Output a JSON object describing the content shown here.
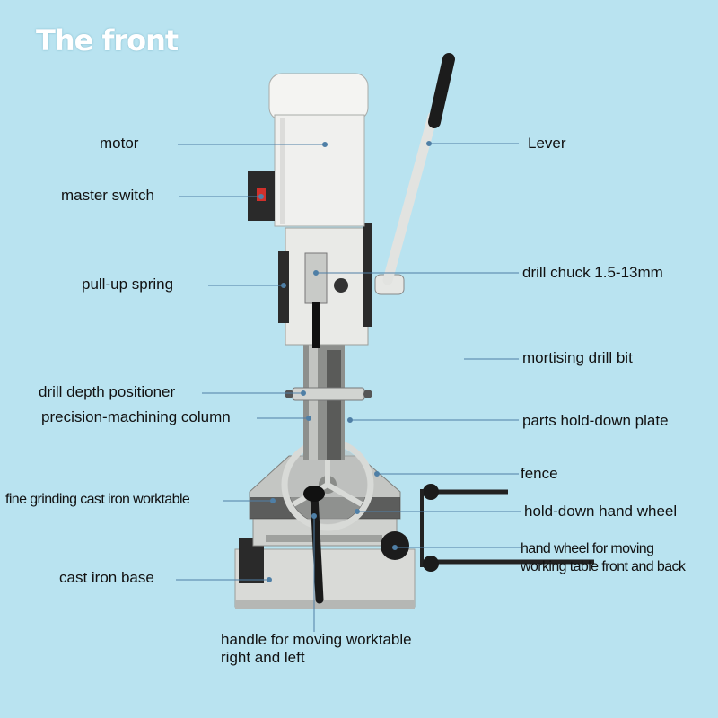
{
  "title": "The front",
  "labels": {
    "motor": "motor",
    "master_switch": "master switch",
    "pull_up_spring": "pull-up spring",
    "drill_depth_positioner": "drill depth positioner",
    "precision_column": "precision-machining column",
    "worktable": "fine grinding cast iron worktable",
    "base": "cast iron base",
    "handle_line1": "handle for moving worktable",
    "handle_line2": "right and left",
    "lever": "Lever",
    "drill_chuck": "drill chuck 1.5-13mm",
    "mortising_bit": "mortising drill bit",
    "hold_down_plate": "parts hold-down plate",
    "fence": "fence",
    "hold_down_wheel": "hold-down hand wheel",
    "front_back_line1": "hand wheel for moving",
    "front_back_line2": "working table front and back"
  },
  "colors": {
    "background": "#b9e3f0",
    "leader": "#4f7fa6",
    "machine_white": "#f2f2f0",
    "machine_grey": "#c9cbc8",
    "dark": "#1c1c1c"
  }
}
